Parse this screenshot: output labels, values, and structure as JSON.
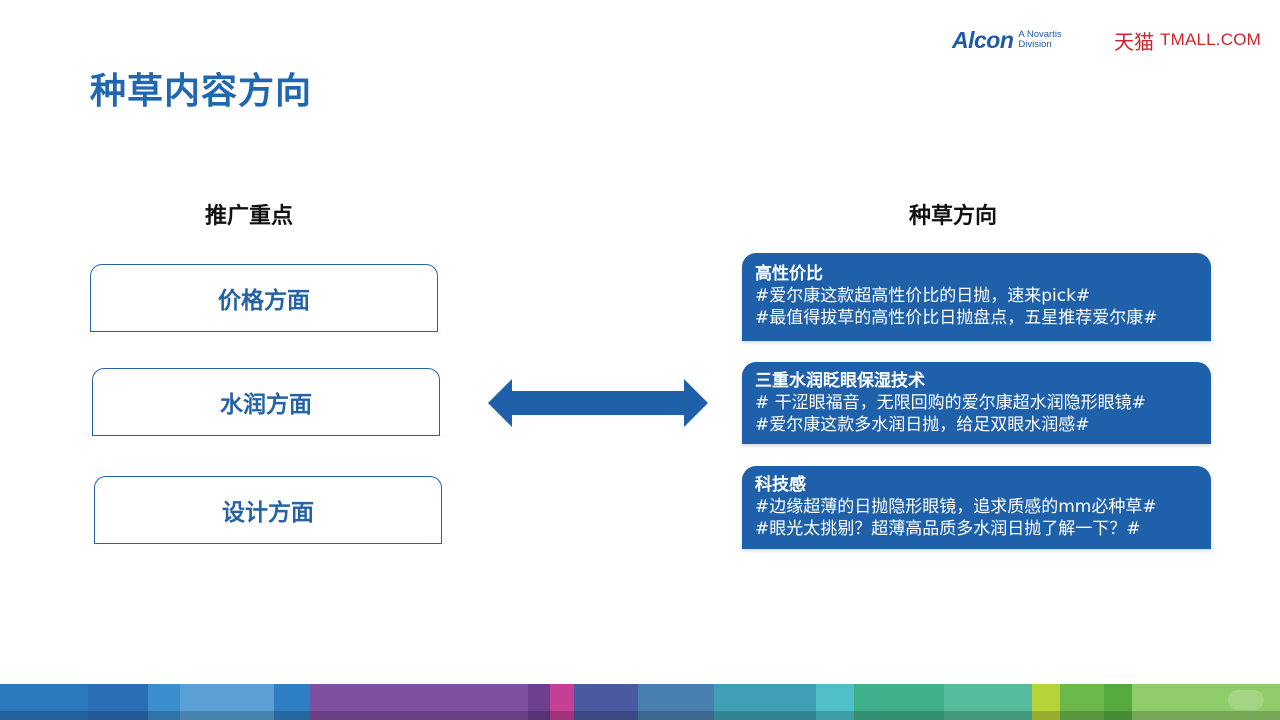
{
  "title": "种草内容方向",
  "logos": {
    "alcon": {
      "wordmark": "Alcon",
      "tag_line1": "A Novartis",
      "tag_line2": "Division"
    },
    "tmall": {
      "chinese": "天猫",
      "english": "TMALL.COM"
    }
  },
  "left_heading": "推广重点",
  "right_heading": "种草方向",
  "focus_items": [
    {
      "label": "价格方面"
    },
    {
      "label": "水润方面"
    },
    {
      "label": "设计方面"
    }
  ],
  "directions": [
    {
      "title": "高性价比",
      "lines": [
        "#爱尔康这款超高性价比的日抛，速来pick#",
        "#最值得拔草的高性价比日抛盘点，五星推荐爱尔康#"
      ]
    },
    {
      "title": "三重水润眨眼保湿技术",
      "lines": [
        "# 干涩眼福音，无限回购的爱尔康超水润隐形眼镜#",
        "#爱尔康这款多水润日抛，给足双眼水润感#"
      ]
    },
    {
      "title": "科技感",
      "lines": [
        "#边缘超薄的日抛隐形眼镜，追求质感的mm必种草#",
        "#眼光太挑剔？超薄高品质多水润日抛了解一下？#"
      ]
    }
  ],
  "colors": {
    "title_blue": "#1f67b1",
    "card_blue": "#1f60aa",
    "box_border": "#2463a7",
    "tmall_red": "#d2232a",
    "bar_segments": [
      "#2c78bd",
      "#2a6fb5",
      "#3b8fcf",
      "#5aa0d6",
      "#2f7fc4",
      "#7f4fa0",
      "#6d3f8f",
      "#c63f95",
      "#4a5aa0",
      "#4a7fb2",
      "#3fa0b5",
      "#4fc0c8",
      "#3fb08c",
      "#55bb9c",
      "#b7d33a",
      "#6cb94a",
      "#55aa3d",
      "#8fcc6a"
    ]
  },
  "icons": {
    "double_arrow": "double-headed-arrow-icon"
  }
}
